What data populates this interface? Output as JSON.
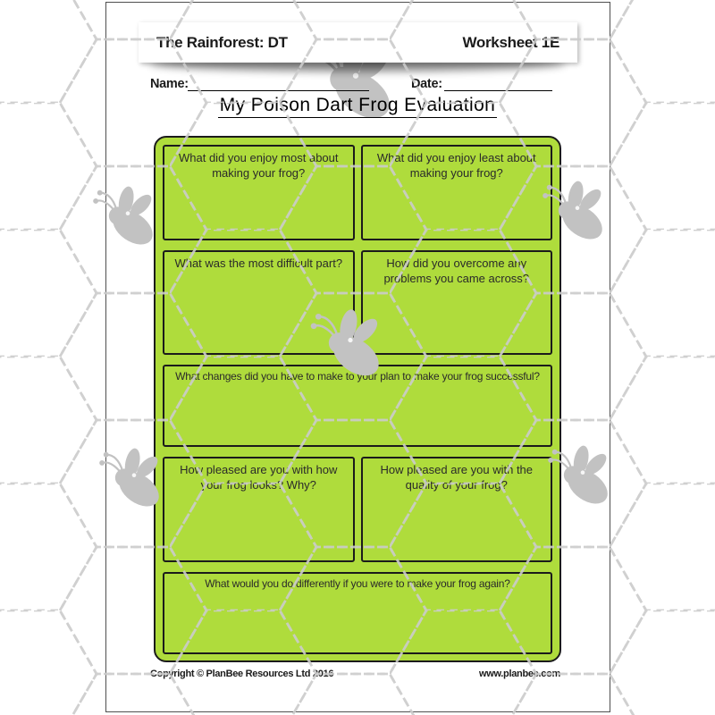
{
  "header": {
    "course": "The Rainforest: DT",
    "worksheet": "Worksheet 1E"
  },
  "labels": {
    "name": "Name:",
    "date": "Date:"
  },
  "title": "My Poison Dart Frog Evaluation",
  "questions": [
    "What did you enjoy most about making your frog?",
    "What did you enjoy least about making your frog?",
    "What was the most difficult part?",
    "How did you overcome any problems you came across?",
    "What changes did you have to make to your plan to make your frog successful?",
    "How pleased are you with how your frog looks? Why?",
    "How pleased are you with the quality of your frog?",
    "What would you do differently if you were to make your frog again?"
  ],
  "footer": {
    "copyright": "Copyright © PlanBee Resources Ltd 2016",
    "website": "www.planbee.com"
  },
  "icons": {
    "bee": "bee-silhouette",
    "background": "dashed-hexagon-pattern"
  },
  "colors": {
    "accent_green": "#afdc3c",
    "pattern_gray": "#cbcbcb",
    "bee_gray": "#c2c2c2",
    "ink": "#1b1b1b"
  }
}
